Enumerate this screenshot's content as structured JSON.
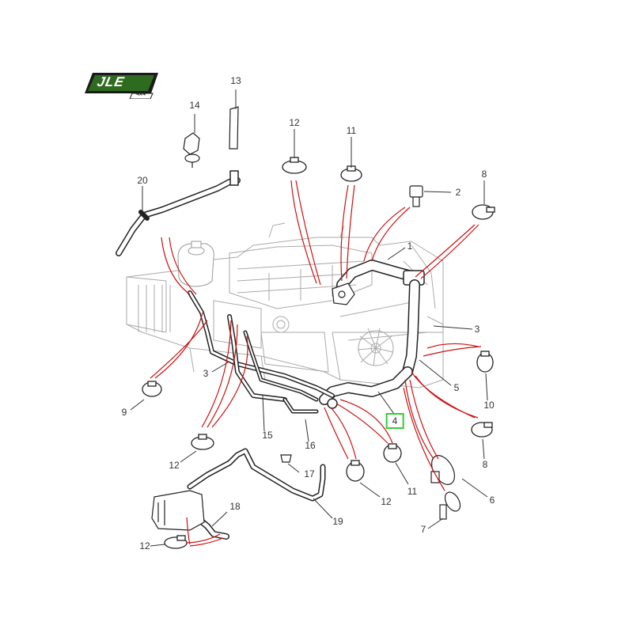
{
  "logo": {
    "brand": "JLE",
    "sub": "4x4",
    "green": "#2e6b1f",
    "dark": "#1a1a1a"
  },
  "colors": {
    "hose": "#222222",
    "engine_line": "#aaaaaa",
    "leader": "#cc1111",
    "label": "#333333",
    "highlight": "#33cc33"
  },
  "callouts": [
    {
      "id": "c13a",
      "text": "13"
    },
    {
      "id": "c14a",
      "text": "14"
    },
    {
      "id": "c12a",
      "text": "12"
    },
    {
      "id": "c11a",
      "text": "11"
    },
    {
      "id": "c8a",
      "text": "8"
    },
    {
      "id": "c2",
      "text": "2"
    },
    {
      "id": "c20",
      "text": "20"
    },
    {
      "id": "c1",
      "text": "1"
    },
    {
      "id": "c3a",
      "text": "3"
    },
    {
      "id": "c3b",
      "text": "3"
    },
    {
      "id": "c5",
      "text": "5"
    },
    {
      "id": "c10",
      "text": "10"
    },
    {
      "id": "c4",
      "text": "4",
      "highlight": true
    },
    {
      "id": "c9",
      "text": "9"
    },
    {
      "id": "c15",
      "text": "15"
    },
    {
      "id": "c16",
      "text": "16"
    },
    {
      "id": "c12b",
      "text": "12"
    },
    {
      "id": "c17",
      "text": "17"
    },
    {
      "id": "c12c",
      "text": "12"
    },
    {
      "id": "c11b",
      "text": "11"
    },
    {
      "id": "c8b",
      "text": "8"
    },
    {
      "id": "c6",
      "text": "6"
    },
    {
      "id": "c7",
      "text": "7"
    },
    {
      "id": "c18",
      "text": "18"
    },
    {
      "id": "c19",
      "text": "19"
    },
    {
      "id": "c12d",
      "text": "12"
    }
  ]
}
